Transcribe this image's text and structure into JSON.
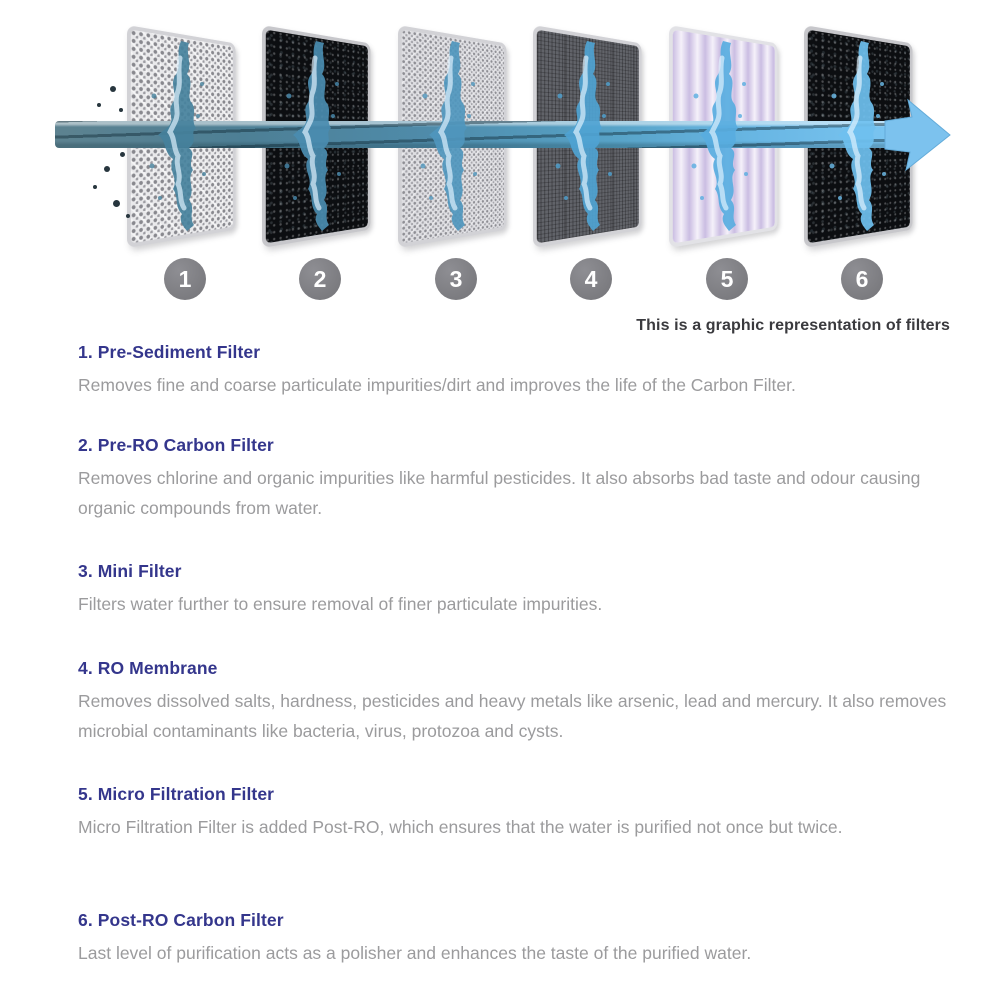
{
  "diagram": {
    "caption": "This is a graphic representation of filters",
    "flow": {
      "direction": "left-to-right",
      "stream_color_start": "#5d8290",
      "stream_color_end": "#7cc6f2",
      "arrow_color": "#7cc2ee"
    },
    "stages": [
      {
        "number": "1",
        "texture": "coarse-mesh-filter"
      },
      {
        "number": "2",
        "texture": "black-carbon-filter"
      },
      {
        "number": "3",
        "texture": "fine-mesh-filter"
      },
      {
        "number": "4",
        "texture": "dark-membrane-grid"
      },
      {
        "number": "5",
        "texture": "striped-micro-filter"
      },
      {
        "number": "6",
        "texture": "black-carbon-filter"
      }
    ]
  },
  "sections": [
    {
      "heading": "1. Pre-Sediment Filter",
      "body": "Removes fine and coarse particulate impurities/dirt and improves the life of the Carbon Filter."
    },
    {
      "heading": "2. Pre-RO Carbon Filter",
      "body": "Removes chlorine and organic impurities like harmful pesticides. It also absorbs bad taste and odour causing organic compounds from water."
    },
    {
      "heading": "3. Mini Filter",
      "body": "Filters water further to ensure removal of finer particulate impurities."
    },
    {
      "heading": "4. RO Membrane",
      "body": "Removes dissolved salts, hardness, pesticides and heavy metals like arsenic, lead and mercury. It also removes microbial contaminants like bacteria, virus, protozoa and cysts."
    },
    {
      "heading": "5. Micro Filtration Filter",
      "body": "Micro Filtration Filter is added Post-RO, which ensures that the water is purified not once but twice."
    },
    {
      "heading": "6. Post-RO Carbon Filter",
      "body": "Last level of purification acts as a polisher and enhances the taste of the purified water."
    }
  ],
  "colors": {
    "heading": "#34368c",
    "body_text": "#9b9b9d",
    "caption": "#3a3a3e",
    "stage_circle": "#7c7c80"
  }
}
